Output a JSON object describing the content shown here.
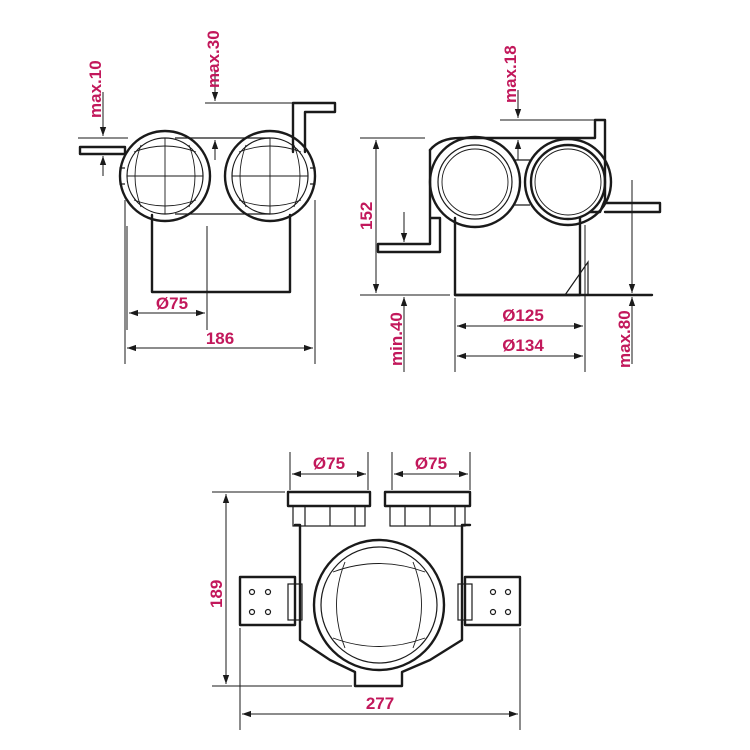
{
  "colors": {
    "ink": "#1a1a1a",
    "label": "#c2185b"
  },
  "labels": {
    "front_max10": "max.10",
    "front_max30": "max.30",
    "front_d75": "Ø75",
    "front_w186": "186",
    "side_max18": "max.18",
    "side_h152": "152",
    "side_min40": "min.40",
    "side_d125": "Ø125",
    "side_d134": "Ø134",
    "side_max80": "max.80",
    "top_d75_left": "Ø75",
    "top_d75_right": "Ø75",
    "top_h189": "189",
    "top_w277": "277"
  }
}
